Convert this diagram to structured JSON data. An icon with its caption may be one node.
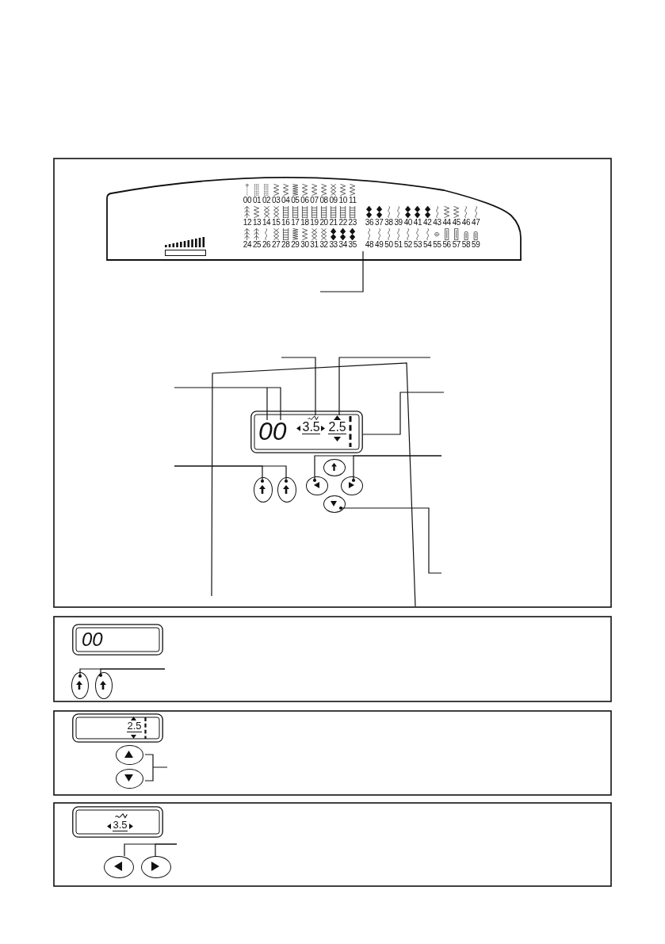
{
  "diagram": {
    "nodes": [
      {
        "text": [],
        "shape": "box"
      },
      {
        "text": [],
        "shape": "box"
      },
      {
        "text": [
          "00"
        ],
        "in": 1
      },
      {
        "text": [
          "3.5"
        ],
        "in": 1
      },
      {
        "text": [
          "2.5"
        ],
        "in": 1
      },
      {
        "text": [],
        "shape": "oval"
      },
      {
        "text": [],
        "shape": "oval"
      },
      {
        "text": [],
        "shape": "oval"
      },
      {
        "text": [],
        "shape": "oval"
      },
      {
        "text": [],
        "shape": "oval"
      },
      {
        "text": [],
        "shape": "oval"
      },
      {
        "text": [],
        "shape": "box"
      },
      {
        "text": [
          "00"
        ],
        "in": 11
      },
      {
        "text": [],
        "shape": "oval"
      },
      {
        "text": [],
        "shape": "oval"
      },
      {
        "text": [],
        "shape": "box"
      },
      {
        "text": [
          "2.5"
        ],
        "in": 15
      },
      {
        "text": [],
        "shape": "oval"
      },
      {
        "text": [],
        "shape": "oval"
      },
      {
        "text": [],
        "shape": "box"
      },
      {
        "text": [
          "3.5"
        ],
        "in": 19
      },
      {
        "text": [],
        "shape": "oval"
      },
      {
        "text": [],
        "shape": "oval"
      }
    ],
    "edges": [
      {
        "from": null,
        "to": 0,
        "arrow": "none"
      },
      {
        "from": null,
        "to": 3,
        "arrow": "none"
      },
      {
        "from": null,
        "to": 4,
        "arrow": "none"
      },
      {
        "from": null,
        "to": 2,
        "arrow": "none"
      },
      {
        "from": null,
        "to": 1,
        "arrow": "none"
      },
      {
        "from": null,
        "to": 5,
        "arrow": "other"
      },
      {
        "from": null,
        "to": 6,
        "arrow": "other"
      },
      {
        "from": null,
        "to": 8,
        "arrow": "other"
      },
      {
        "from": null,
        "to": 9,
        "arrow": "other"
      },
      {
        "from": null,
        "to": 10,
        "arrow": "other"
      },
      {
        "from": null,
        "to": 13,
        "arrow": "other"
      },
      {
        "from": null,
        "to": 14,
        "arrow": "other"
      },
      {
        "from": null,
        "to": 21,
        "arrow": "none"
      },
      {
        "from": null,
        "to": 22,
        "arrow": "none"
      }
    ],
    "labels": [
      "00",
      "01",
      "02",
      "03",
      "04",
      "05",
      "06",
      "07",
      "08",
      "09",
      "10",
      "11",
      "12",
      "13",
      "14",
      "15",
      "16",
      "17",
      "18",
      "19",
      "20",
      "21",
      "22",
      "23",
      "36",
      "37",
      "38",
      "39",
      "40",
      "41",
      "42",
      "43",
      "44",
      "45",
      "46",
      "47",
      "24",
      "25",
      "26",
      "27",
      "28",
      "29",
      "30",
      "31",
      "32",
      "33",
      "34",
      "35",
      "48",
      "49",
      "50",
      "51",
      "52",
      "53",
      "54",
      "55",
      "56",
      "57",
      "58",
      "59"
    ]
  }
}
